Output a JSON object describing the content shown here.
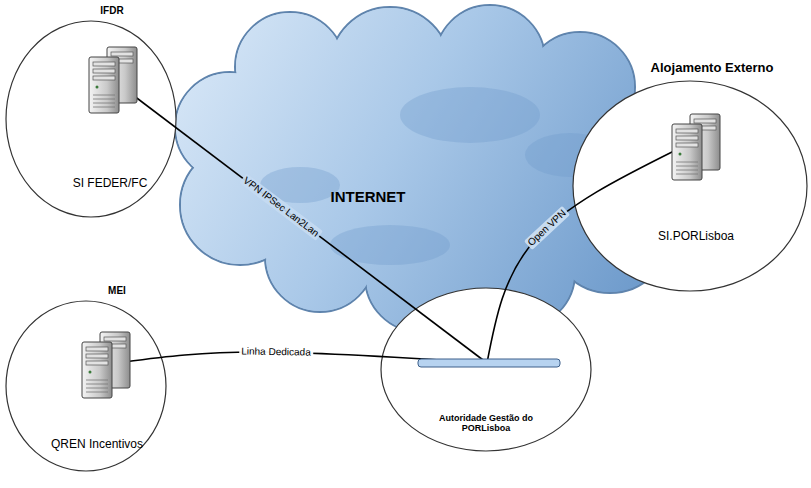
{
  "diagram": {
    "nodes": [
      {
        "text": [
          "INTERNET"
        ]
      },
      {
        "text": [
          "IFDR",
          "SI FEDER/FC"
        ]
      },
      {
        "text": [
          "Alojamento Externo",
          "SI.PORLisboa"
        ]
      },
      {
        "text": [
          "MEI",
          "QREN Incentivos"
        ]
      },
      {
        "text": [
          "Autoridade Gestão do PORLisboa"
        ]
      }
    ],
    "edges": [
      {
        "from": 1,
        "to": 4,
        "arrow": "none",
        "label": "VPN IPSec Lan2Lan"
      },
      {
        "from": 2,
        "to": 4,
        "arrow": "none",
        "label": "Open VPN"
      },
      {
        "from": 3,
        "to": 4,
        "arrow": "none",
        "label": "Linha Dedicada"
      }
    ]
  }
}
